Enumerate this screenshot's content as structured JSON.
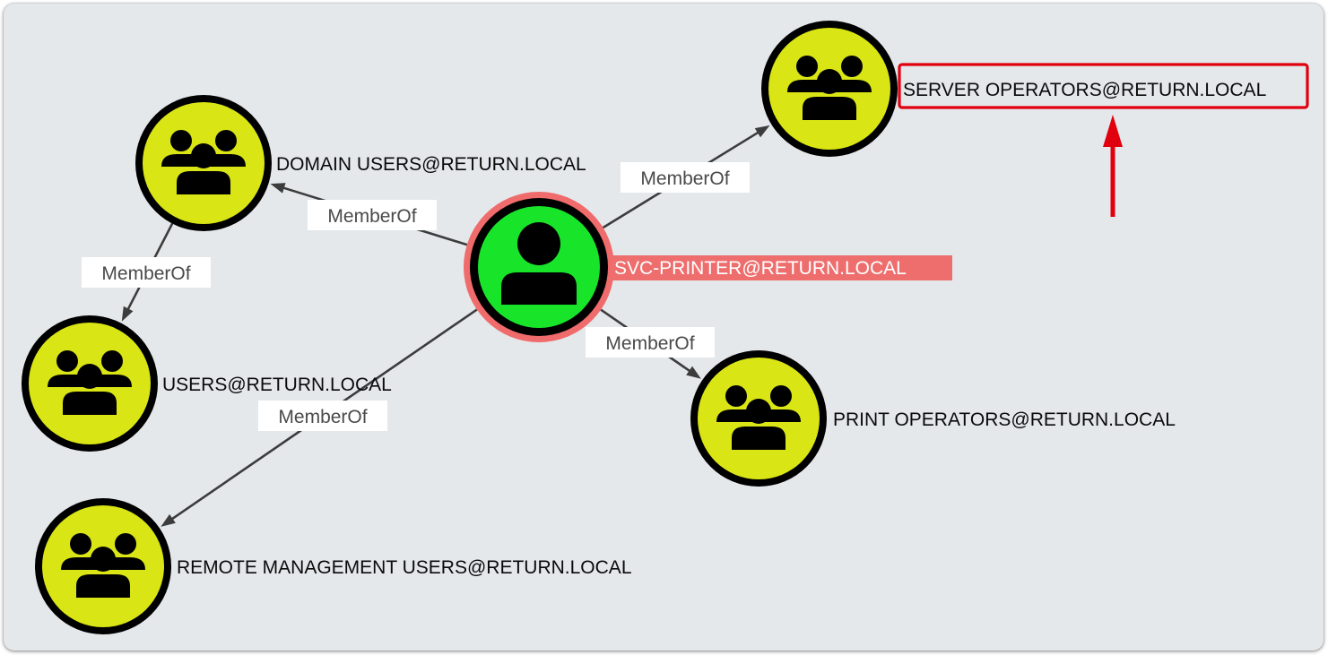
{
  "graph": {
    "edge_label": "MemberOf",
    "nodes": {
      "svc_printer": {
        "label": "SVC-PRINTER@RETURN.LOCAL",
        "kind": "user",
        "highlighted": true
      },
      "domain_users": {
        "label": "DOMAIN USERS@RETURN.LOCAL",
        "kind": "group"
      },
      "users": {
        "label": "USERS@RETURN.LOCAL",
        "kind": "group"
      },
      "remote_mgmt": {
        "label": "REMOTE MANAGEMENT USERS@RETURN.LOCAL",
        "kind": "group"
      },
      "server_ops": {
        "label": "SERVER OPERATORS@RETURN.LOCAL",
        "kind": "group",
        "callout": true
      },
      "print_ops": {
        "label": "PRINT OPERATORS@RETURN.LOCAL",
        "kind": "group"
      }
    },
    "edges": [
      {
        "from": "svc_printer",
        "to": "domain_users",
        "label": "MemberOf"
      },
      {
        "from": "svc_printer",
        "to": "server_ops",
        "label": "MemberOf"
      },
      {
        "from": "svc_printer",
        "to": "print_ops",
        "label": "MemberOf"
      },
      {
        "from": "svc_printer",
        "to": "remote_mgmt",
        "label": "MemberOf"
      },
      {
        "from": "domain_users",
        "to": "users",
        "label": "MemberOf"
      }
    ]
  },
  "colors": {
    "canvas": "#e4e8eb",
    "group_node": "#d9e514",
    "user_node": "#18e52a",
    "highlight": "#ee6e6e",
    "callout": "#e0000e",
    "edge": "#3c3c3c"
  },
  "icons": {
    "group": "group-icon",
    "user": "user-icon"
  }
}
